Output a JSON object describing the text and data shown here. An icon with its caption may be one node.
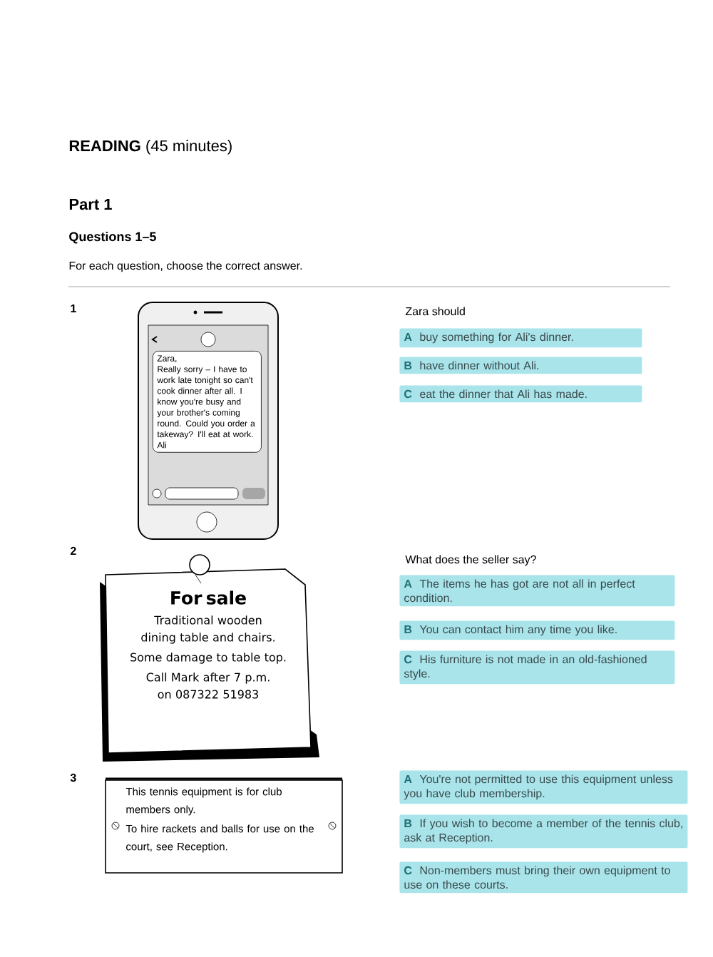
{
  "diagram": {
    "title": "**READING** (45 minutes)",
    "nodes": [
      {
        "text": [
          "Zara,",
          "Really sorry – I have to work late tonight so can't cook dinner after all. I know you're busy and your brother's coming round. Could you order a takeway? I'll eat at work.",
          "Ali"
        ]
      },
      {
        "text": [
          "A",
          "buy something for Ali's dinner."
        ]
      },
      {
        "text": [
          "B",
          "have dinner without Ali."
        ]
      },
      {
        "text": [
          "C",
          "eat the dinner that Ali has made."
        ]
      },
      {
        "text": [
          "For sale",
          "Traditional wooden dining table and chairs.",
          "Some damage to table top.",
          "Call Mark after 7 p.m. on 087322 51983"
        ]
      },
      {
        "text": [
          "A",
          "The items he has got are not all in perfect condition."
        ]
      },
      {
        "text": [
          "B",
          "You can contact him any time you like."
        ]
      },
      {
        "text": [
          "C",
          "His furniture is not made in an old-fashioned style."
        ]
      },
      {
        "text": [
          "This tennis equipment is for club members only.",
          "To hire rackets and balls for use on the court, see Reception."
        ]
      },
      {
        "text": [
          "A",
          "You're not permitted to use this equipment unless you have club membership."
        ]
      },
      {
        "text": [
          "B",
          "If you wish to become a member of the tennis club, ask at Reception."
        ]
      },
      {
        "text": [
          "C",
          "Non-members must bring their own equipment to use on these courts."
        ]
      }
    ],
    "labels": [
      "Part 1",
      "Questions 1–5",
      "For each question, choose the correct answer.",
      "1",
      "Zara should",
      "2",
      "What does the seller say?",
      "3"
    ]
  }
}
